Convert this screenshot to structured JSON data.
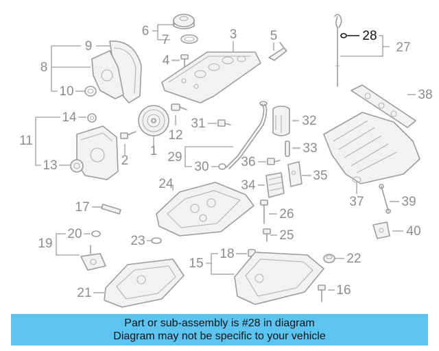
{
  "callouts": [
    {
      "id": "1",
      "label": "1"
    },
    {
      "id": "2",
      "label": "2"
    },
    {
      "id": "3",
      "label": "3"
    },
    {
      "id": "4",
      "label": "4"
    },
    {
      "id": "5",
      "label": "5"
    },
    {
      "id": "6",
      "label": "6"
    },
    {
      "id": "7",
      "label": "7"
    },
    {
      "id": "8",
      "label": "8"
    },
    {
      "id": "9",
      "label": "9"
    },
    {
      "id": "10",
      "label": "10"
    },
    {
      "id": "11",
      "label": "11"
    },
    {
      "id": "12",
      "label": "12"
    },
    {
      "id": "13",
      "label": "13"
    },
    {
      "id": "14",
      "label": "14"
    },
    {
      "id": "15",
      "label": "15"
    },
    {
      "id": "16",
      "label": "16"
    },
    {
      "id": "17",
      "label": "17"
    },
    {
      "id": "18",
      "label": "18"
    },
    {
      "id": "19",
      "label": "19"
    },
    {
      "id": "20",
      "label": "20"
    },
    {
      "id": "21",
      "label": "21"
    },
    {
      "id": "22",
      "label": "22"
    },
    {
      "id": "23",
      "label": "23"
    },
    {
      "id": "24",
      "label": "24"
    },
    {
      "id": "25",
      "label": "25"
    },
    {
      "id": "26",
      "label": "26"
    },
    {
      "id": "27",
      "label": "27"
    },
    {
      "id": "28",
      "label": "28",
      "highlighted": true
    },
    {
      "id": "29",
      "label": "29"
    },
    {
      "id": "30",
      "label": "30"
    },
    {
      "id": "31",
      "label": "31"
    },
    {
      "id": "32",
      "label": "32"
    },
    {
      "id": "33",
      "label": "33"
    },
    {
      "id": "34",
      "label": "34"
    },
    {
      "id": "35",
      "label": "35"
    },
    {
      "id": "36",
      "label": "36"
    },
    {
      "id": "37",
      "label": "37"
    },
    {
      "id": "38",
      "label": "38"
    },
    {
      "id": "39",
      "label": "39"
    },
    {
      "id": "40",
      "label": "40"
    }
  ],
  "banner": {
    "line1": "Part or sub-assembly is #28 in diagram",
    "line2": "Diagram may not be specific to your vehicle",
    "color": "#5bc4f1"
  },
  "colors": {
    "part_stroke": "#9b9b9b",
    "callout_text": "#8c8c8c",
    "highlight_text": "#111111"
  }
}
